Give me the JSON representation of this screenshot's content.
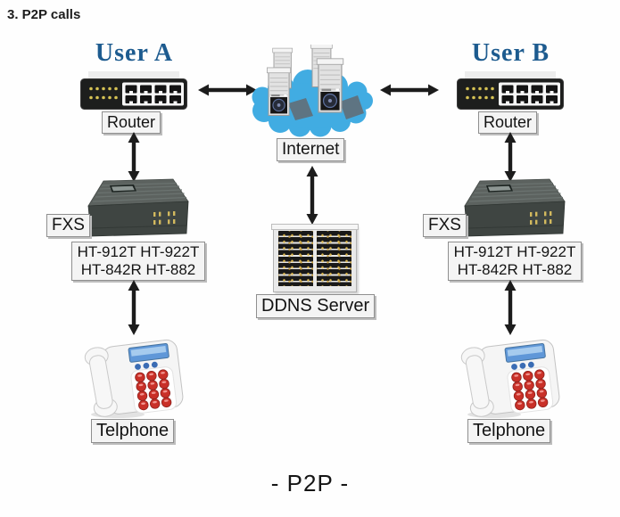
{
  "title": "3. P2P calls",
  "footer": "- P2P -",
  "left": {
    "user": "User A",
    "router": "Router",
    "fxs": "FXS",
    "models_line1": "HT-912T HT-922T",
    "models_line2": "HT-842R HT-882",
    "phone": "Telphone"
  },
  "right": {
    "user": "User B",
    "router": "Router",
    "fxs": "FXS",
    "models_line1": "HT-912T HT-922T",
    "models_line2": "HT-842R HT-882",
    "phone": "Telphone"
  },
  "center": {
    "internet": "Internet",
    "ddns": "DDNS Server"
  },
  "colors": {
    "user_title_blue": "#1d5b8f",
    "cloud_blue": "#41ace2",
    "arrow_black": "#1c1c1c",
    "label_bg": "#f4f4f4",
    "led_yellow": "#d6c254",
    "phone_key_red": "#c93028",
    "fxs_gray": "#3f4542"
  }
}
